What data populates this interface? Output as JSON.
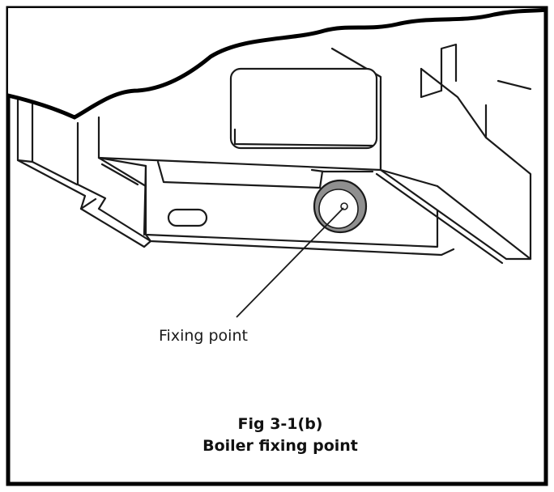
{
  "figure": {
    "callout_label": "Fixing point",
    "caption_number": "Fig 3-1(b)",
    "caption_title": "Boiler fixing point"
  }
}
